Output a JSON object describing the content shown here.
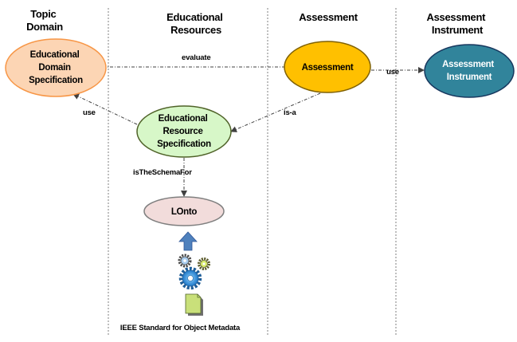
{
  "columns": [
    {
      "line1": "Topic",
      "line2": "Domain"
    },
    {
      "line1": "Educational",
      "line2": "Resources"
    },
    {
      "line1": "Assessment",
      "line2": ""
    },
    {
      "line1": "Assessment",
      "line2": "Instrument"
    }
  ],
  "nodes": {
    "topic_domain_spec": {
      "lines": [
        "Educational",
        "Domain",
        "Specification"
      ],
      "fill": "#FCD5B4",
      "stroke": "#F79646"
    },
    "assessment": {
      "lines": [
        "Assessment"
      ],
      "fill": "#FFC000",
      "stroke": "#7F6000"
    },
    "assessment_instrument": {
      "lines": [
        "Assessment",
        "Instrument"
      ],
      "fill": "#31849B",
      "stroke": "#17375E"
    },
    "resource_spec": {
      "lines": [
        "Educational",
        "Resource",
        "Specification"
      ],
      "fill": "#D7F7C8",
      "stroke": "#4F6228"
    },
    "lonto": {
      "lines": [
        "LOnto"
      ],
      "fill": "#F2DCDB",
      "stroke": "#7F7F7F"
    }
  },
  "edges": {
    "evaluate": "evaluate",
    "use_instrument": "use",
    "is_a": "is-a",
    "use_domain": "use",
    "is_the_schema_for": "isTheSchemaFor"
  },
  "caption": "IEEE Standard for Object Metadata",
  "icons": [
    "up-arrow-icon",
    "gears-icon",
    "document-icon"
  ],
  "colors": {
    "separator": "#7F7F7F",
    "arrow": "#404040",
    "up_arrow": "#4F81BD"
  }
}
